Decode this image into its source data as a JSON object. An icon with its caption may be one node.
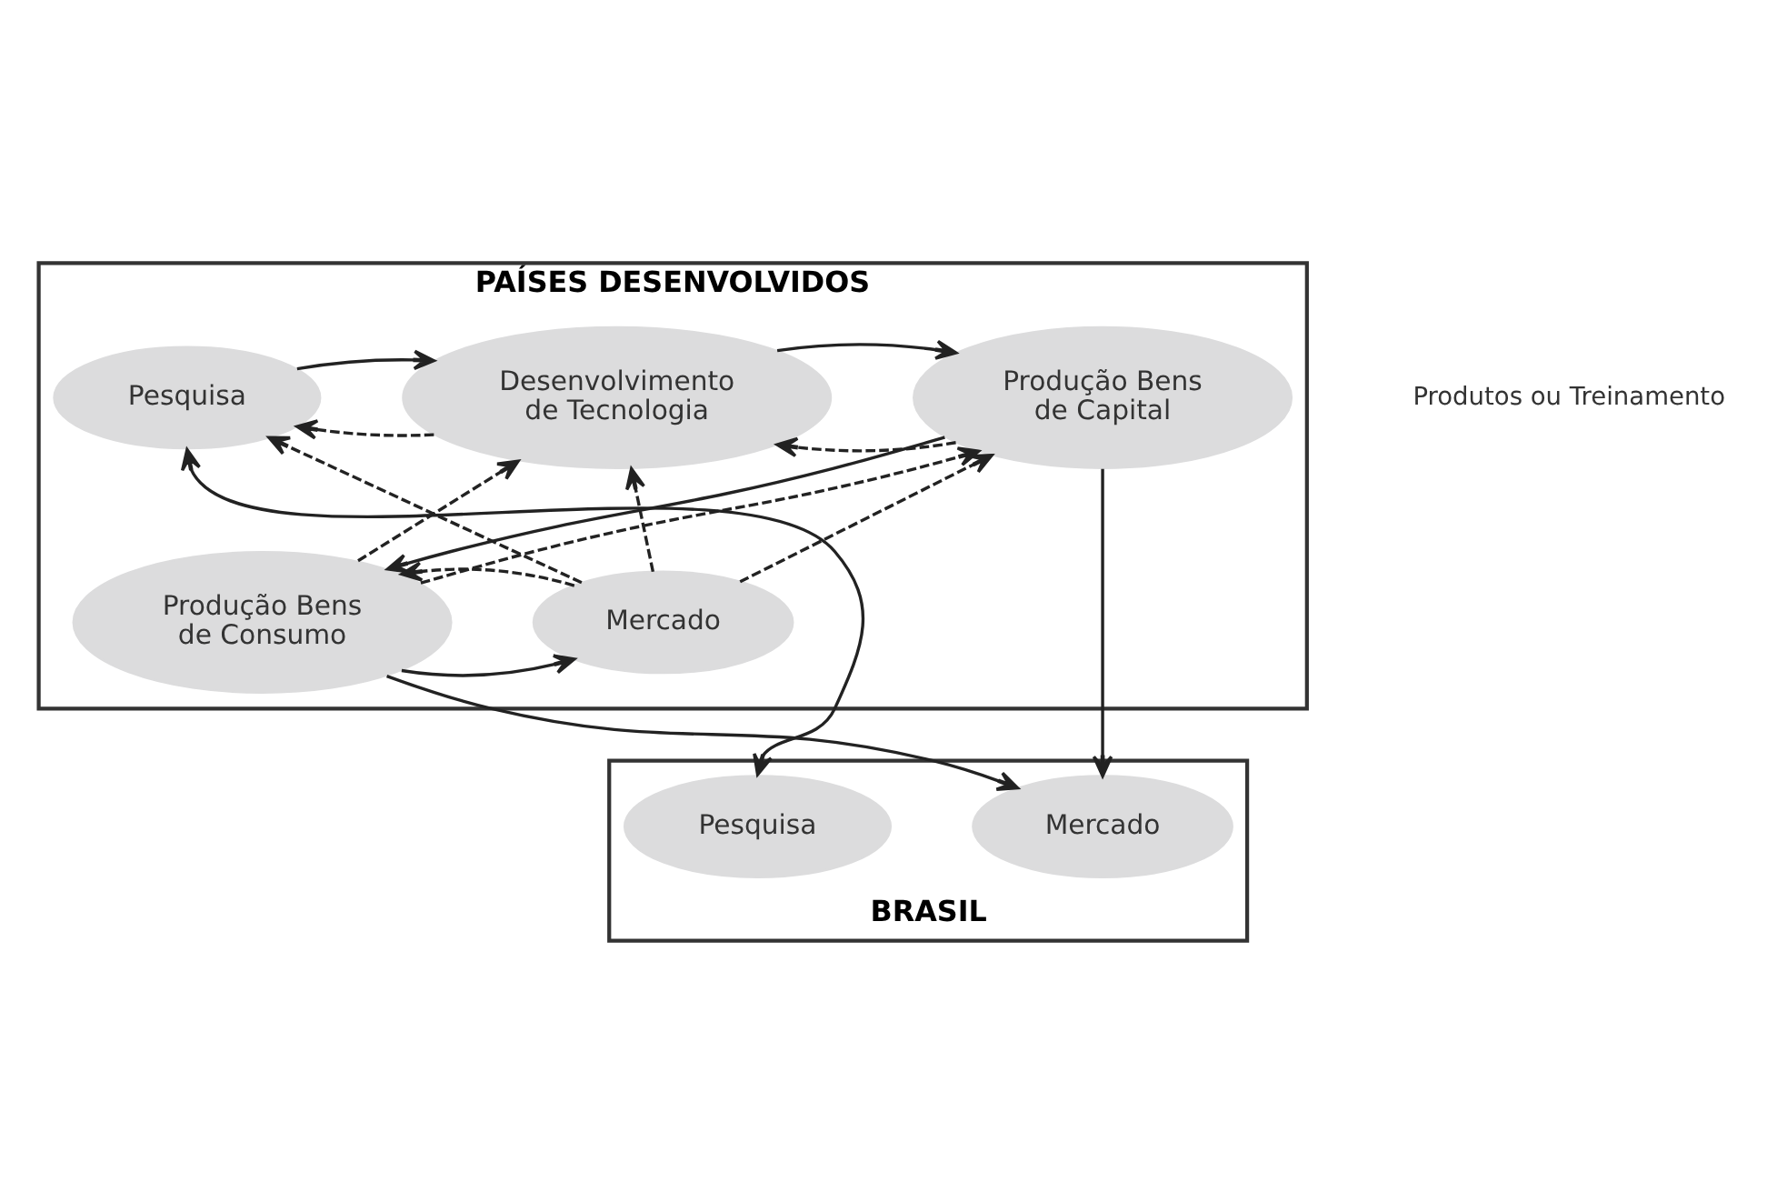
{
  "diagram": {
    "nodes": [
      {
        "text": [
          "PAÍSES DESENVOLVIDOS"
        ]
      },
      {
        "text": [
          "Pesquisa"
        ],
        "in": 0
      },
      {
        "text": [
          "Desenvolvimento de Tecnologia"
        ],
        "in": 0
      },
      {
        "text": [
          "Produção Bens de Capital"
        ],
        "in": 0
      },
      {
        "text": [
          "Mercado"
        ],
        "in": 0
      },
      {
        "text": [
          "Produção Bens de Consumo"
        ],
        "in": 0
      },
      {
        "text": [
          "BRASIL"
        ]
      },
      {
        "text": [
          "Pesquisa"
        ],
        "in": 6
      },
      {
        "text": [
          "Mercado"
        ],
        "in": 6
      }
    ],
    "edges": [
      {
        "from": 2,
        "to": 1,
        "arrow": "to",
        "style": "dashed"
      },
      {
        "from": 1,
        "to": 2,
        "arrow": "to"
      },
      {
        "from": 3,
        "to": 2,
        "arrow": "to",
        "style": "dashed"
      },
      {
        "from": 2,
        "to": 3,
        "arrow": "to"
      },
      {
        "from": 4,
        "to": 1,
        "arrow": "to",
        "style": "dashed"
      },
      {
        "from": 4,
        "to": 2,
        "arrow": "to",
        "style": "dashed"
      },
      {
        "from": 4,
        "to": 3,
        "arrow": "to",
        "style": "dashed"
      },
      {
        "from": 5,
        "to": 2,
        "arrow": "to",
        "style": "dashed"
      },
      {
        "from": 3,
        "to": 5,
        "arrow": "to"
      },
      {
        "from": 5,
        "to": 3,
        "arrow": "to",
        "style": "dashed"
      },
      {
        "from": 5,
        "to": 4,
        "arrow": "to"
      },
      {
        "from": 4,
        "to": 5,
        "arrow": "to",
        "style": "dashed"
      },
      {
        "from": 1,
        "to": 7,
        "arrow": "both"
      },
      {
        "from": 3,
        "to": 8,
        "arrow": "to"
      },
      {
        "from": 5,
        "to": 8,
        "arrow": "to"
      }
    ],
    "labels": [
      "Produtos ou Treinamento"
    ]
  }
}
